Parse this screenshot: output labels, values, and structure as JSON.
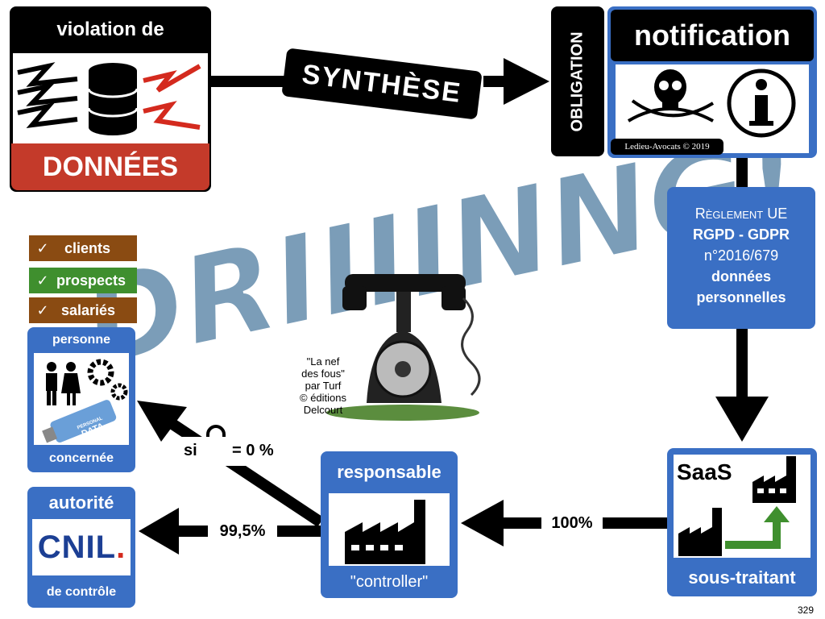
{
  "violation": {
    "title": "violation de",
    "subtitle": "DONNÉES"
  },
  "synthese": {
    "label": "SYNTHÈSE"
  },
  "obligation": {
    "label": "OBLIGATION"
  },
  "notification": {
    "title": "notification",
    "credit": "Ledieu-Avocats © 2019"
  },
  "reglement": {
    "line1": "Règlement UE",
    "line2": "RGPD - GDPR",
    "line3": "n°2016/679",
    "line4": "données",
    "line5": "personnelles"
  },
  "sound_word": "DRIIIINNG!",
  "phone_credit": {
    "line1": "\"La nef",
    "line2": "des fous\"",
    "line3": "par Turf",
    "line4": "© éditions",
    "line5": "Delcourt"
  },
  "persons": {
    "tags": [
      {
        "check": "✓",
        "label": "clients",
        "color": "#8a4b12"
      },
      {
        "check": "✓",
        "label": "prospects",
        "color": "#3f8f2e"
      },
      {
        "check": "✓",
        "label": "salariés",
        "color": "#8a4b12"
      }
    ],
    "top_label": "personne",
    "bottom_label": "concernée",
    "usb_text1": "PERSONAL",
    "usb_text2": "DATA"
  },
  "lock_label": {
    "prefix": "si",
    "suffix": "= 0 %"
  },
  "authority": {
    "top_label": "autorité",
    "logo": "CNIL",
    "dot": ".",
    "bottom_label": "de contrôle"
  },
  "arrow_995": "99,5%",
  "responsable": {
    "top_label": "responsable",
    "bottom_label": "\"controller\""
  },
  "arrow_100": "100%",
  "saas": {
    "label": "SaaS",
    "bottom_label": "sous-traitant"
  },
  "page_number": "329",
  "colors": {
    "blue": "#3a6fc4",
    "red": "#c43a2a",
    "black": "#000000",
    "green": "#3f8f2e",
    "brown": "#8a4b12",
    "sound": "#7b9db8"
  }
}
